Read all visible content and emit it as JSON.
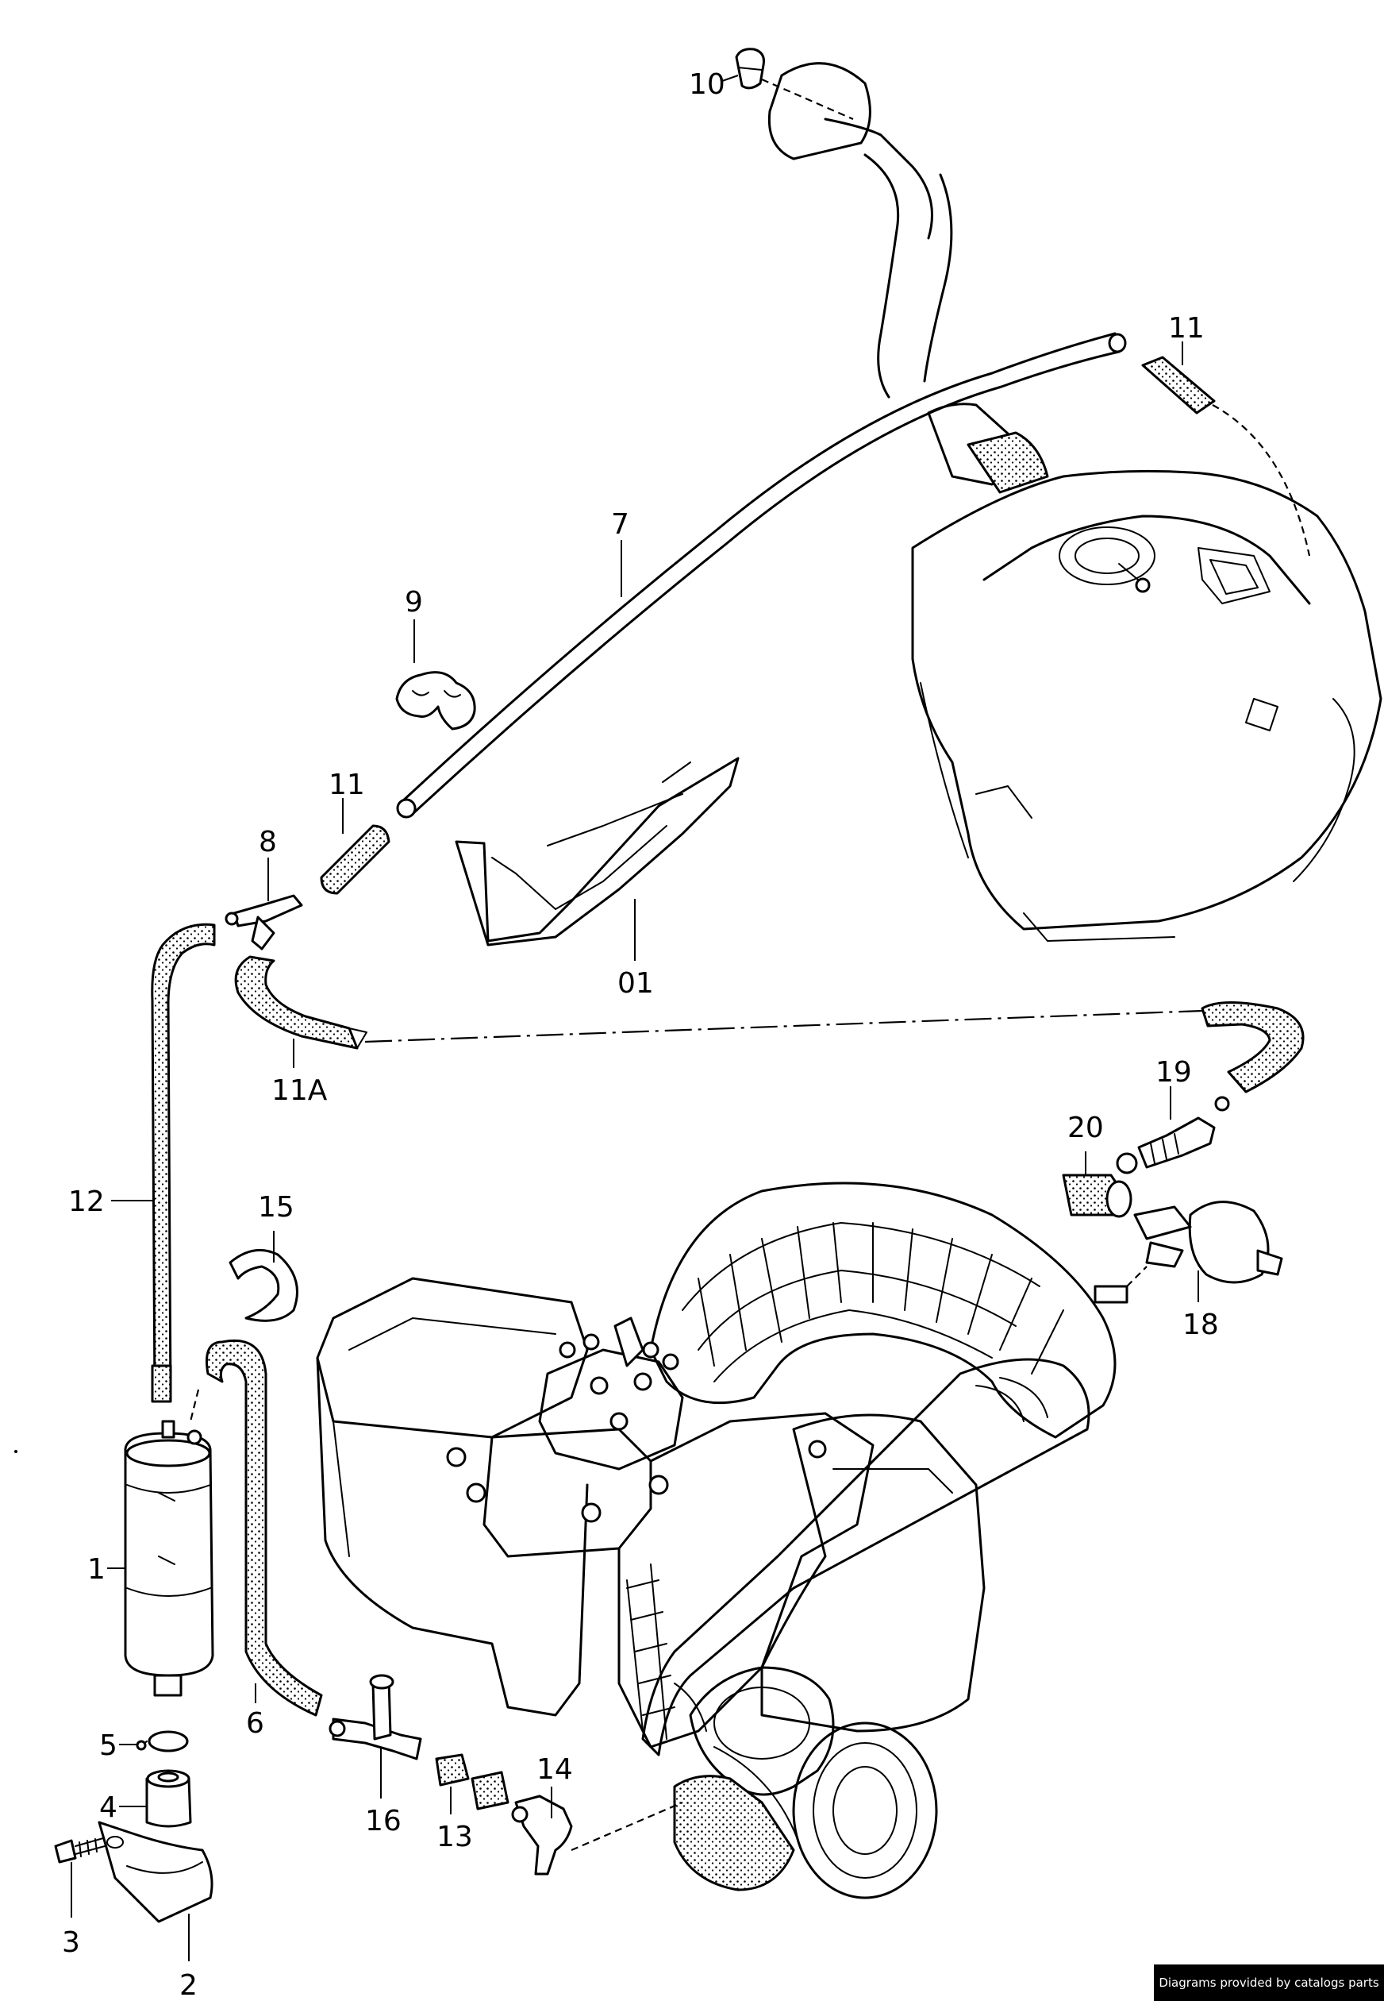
{
  "callouts": [
    {
      "id": "c10",
      "text": "10"
    },
    {
      "id": "c11a",
      "text": "11"
    },
    {
      "id": "c7",
      "text": "7"
    },
    {
      "id": "c9",
      "text": "9"
    },
    {
      "id": "c11b",
      "text": "11"
    },
    {
      "id": "c8",
      "text": "8"
    },
    {
      "id": "c01",
      "text": "01"
    },
    {
      "id": "c11A",
      "text": "11A"
    },
    {
      "id": "c19",
      "text": "19"
    },
    {
      "id": "c20",
      "text": "20"
    },
    {
      "id": "c12",
      "text": "12"
    },
    {
      "id": "c15",
      "text": "15"
    },
    {
      "id": "c18",
      "text": "18"
    },
    {
      "id": "c1",
      "text": "1"
    },
    {
      "id": "c5",
      "text": "5"
    },
    {
      "id": "c4",
      "text": "4"
    },
    {
      "id": "c6",
      "text": "6"
    },
    {
      "id": "c16",
      "text": "16"
    },
    {
      "id": "c13",
      "text": "13"
    },
    {
      "id": "c14",
      "text": "14"
    },
    {
      "id": "c3",
      "text": "3"
    },
    {
      "id": "c2",
      "text": "2"
    }
  ],
  "credit": "Diagrams provided by catalogs parts"
}
